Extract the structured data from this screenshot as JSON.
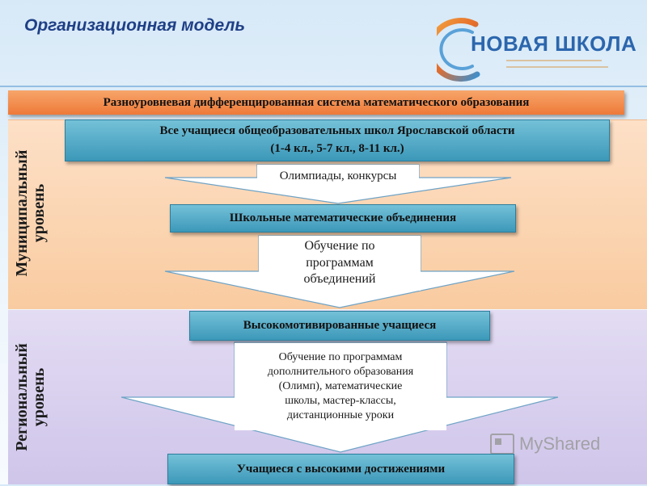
{
  "title": "Организационная модель",
  "logo": {
    "text": "НОВАЯ ШКОЛА"
  },
  "top_banner": "Разноуровневая дифференцированная система математического образования",
  "levels": {
    "municipal": [
      "Муниципальный",
      "уровень"
    ],
    "regional": [
      "Региональный",
      "уровень"
    ]
  },
  "boxes": {
    "all_students": [
      "Все учащиеся общеобразовательных  школ Ярославской области",
      "(1-4 кл., 5-7 кл., 8-11 кл.)"
    ],
    "school_math": "Школьные математические объединения",
    "highly_motivated": "Высокомотивированные учащиеся",
    "high_achievers": "Учащиеся с высокими достижениями"
  },
  "arrows": {
    "olympiads": "Олимпиады, конкурсы",
    "training_programs": [
      "Обучение по",
      "программам",
      "объединений"
    ],
    "additional_education": [
      "Обучение по программам",
      "дополнительного образования",
      "(Олимп), математические",
      "школы, мастер-классы,",
      "дистанционные уроки"
    ]
  },
  "watermark": "MyShared",
  "colors": {
    "title": "#1f3f86",
    "banner": "#ee7a39",
    "box": "#3c98b9",
    "municipal_zone": "#f9cba0",
    "regional_zone": "#cfc5ea"
  }
}
